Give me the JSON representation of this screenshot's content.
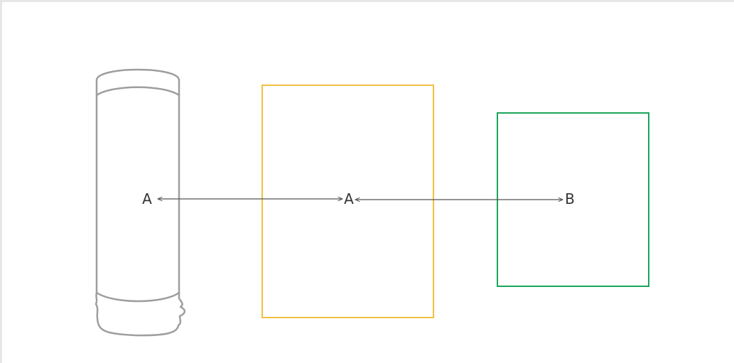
{
  "diagram": {
    "nodes": [
      {
        "id": "cylinder",
        "shape": "cylinder",
        "label": "A",
        "stroke": "#9e9e9e"
      },
      {
        "id": "box-yellow",
        "shape": "rectangle",
        "label": "A",
        "stroke": "#f0c040"
      },
      {
        "id": "box-green",
        "shape": "rectangle",
        "label": "B",
        "stroke": "#1aa65a"
      }
    ],
    "edges": [
      {
        "from": "box-yellow",
        "to": "cylinder",
        "style": "arrow",
        "color": "#555555"
      },
      {
        "from": "box-yellow",
        "to": "box-green",
        "style": "arrow",
        "color": "#555555"
      }
    ]
  }
}
